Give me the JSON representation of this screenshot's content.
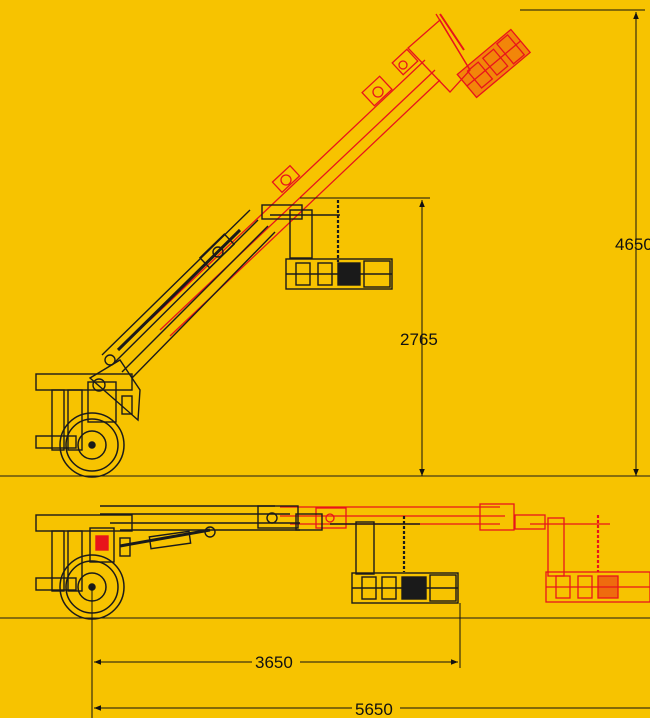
{
  "dimensions": {
    "max_height": "4650",
    "arm_height": "2765",
    "reach_short": "3650",
    "reach_long": "5650"
  },
  "colors": {
    "background": "#f7c300",
    "outline_black": "#1a1a1a",
    "outline_red": "#e8141b"
  }
}
